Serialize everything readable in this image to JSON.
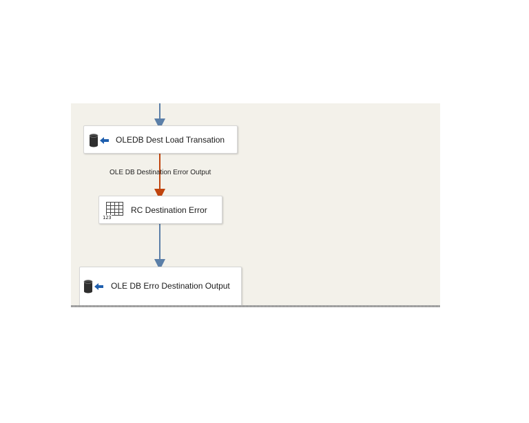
{
  "colors": {
    "canvas": "#f3f1ea",
    "data_path": "#5b7fa8",
    "error_path": "#c0440e"
  },
  "nodes": {
    "oledb_dest": {
      "label": "OLEDB Dest Load Transation",
      "icon": "oledb-destination-icon"
    },
    "rc_dest": {
      "label": "RC Destination Error",
      "icon": "row-count-grid-icon",
      "icon_caption": "123"
    },
    "ole_erro": {
      "label": "OLE DB Erro Destination Output",
      "icon": "oledb-destination-icon"
    }
  },
  "paths": {
    "error_output": {
      "label": "OLE DB Destination Error Output"
    }
  }
}
